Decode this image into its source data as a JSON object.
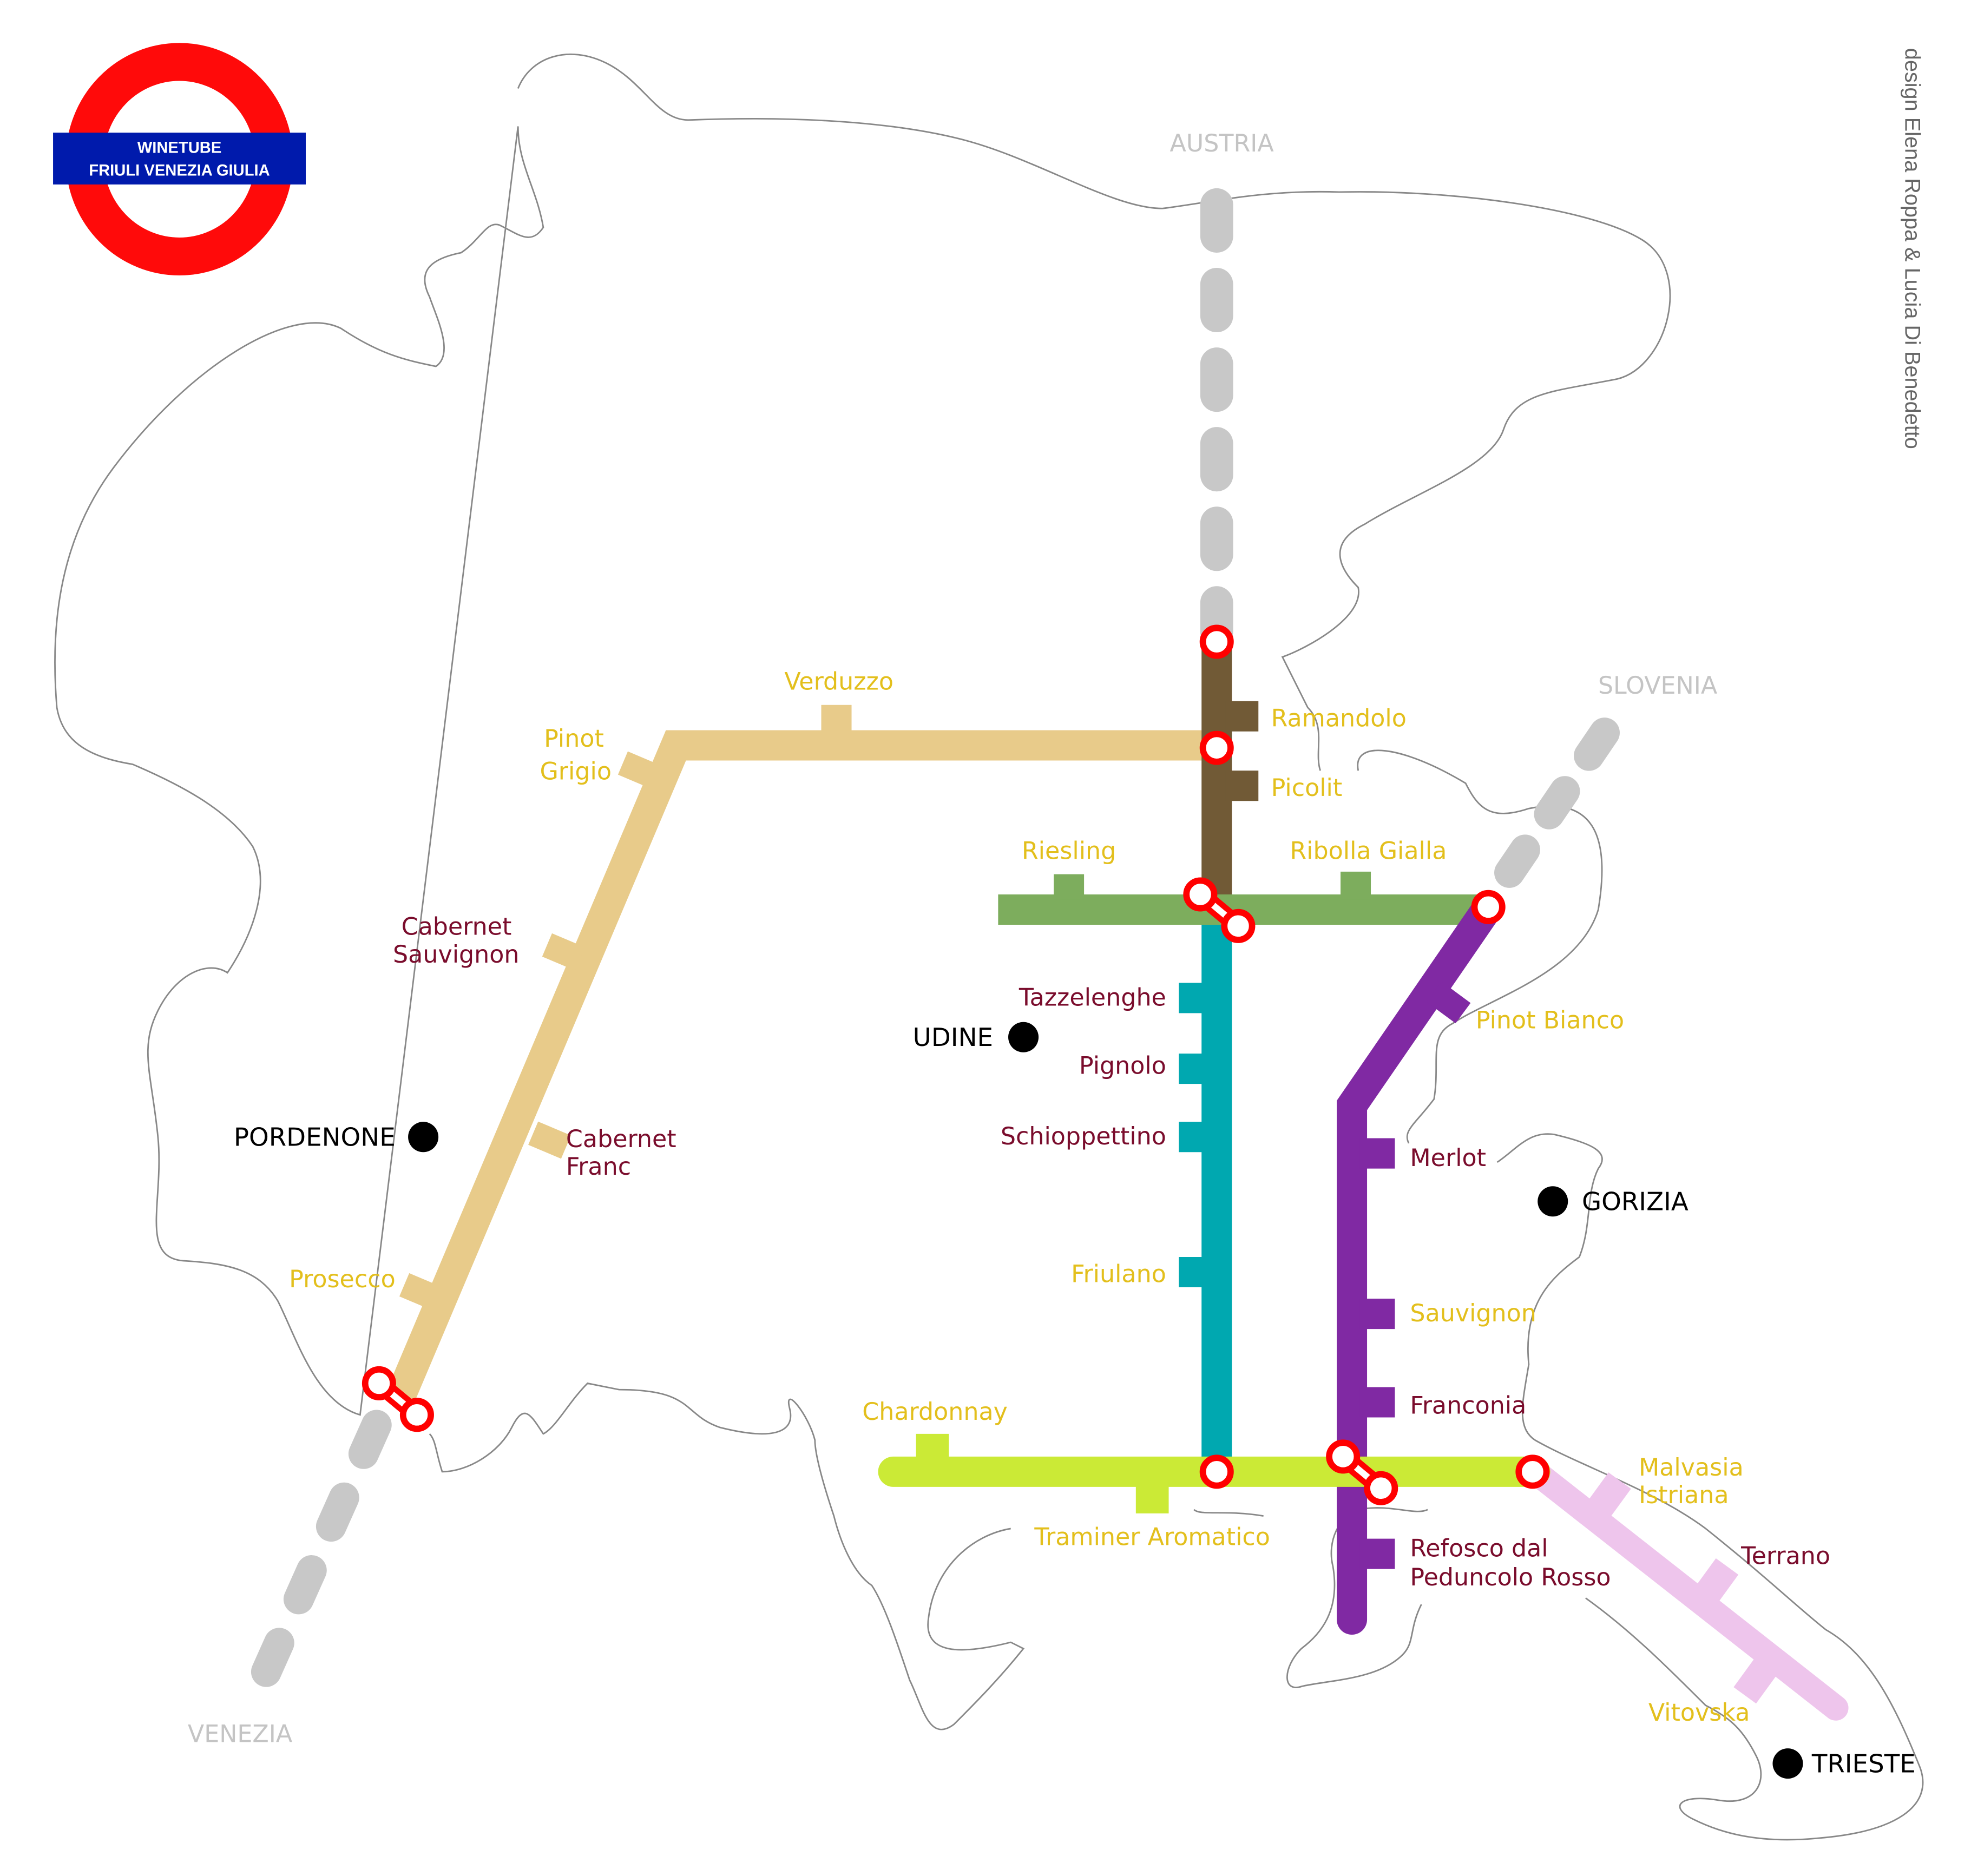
{
  "logo": {
    "line1": "WINETUBE",
    "line2": "FRIULI VENEZIA GIULIA"
  },
  "credit": "design Elena Roppa & Lucia Di Benedetto",
  "borders": {
    "austria": "AUSTRIA",
    "slovenia": "SLOVENIA",
    "venezia": "VENEZIA"
  },
  "cities": {
    "udine": "UDINE",
    "pordenone": "PORDENONE",
    "gorizia": "GORIZIA",
    "trieste": "TRIESTE"
  },
  "colors": {
    "red_wine": "#7A0C2C",
    "white_wine": "#E3BF1C",
    "brown_line": "#715A36",
    "green_line": "#7DAD5D",
    "teal_line": "#00A8B0",
    "tan_line": "#E8CB8A",
    "purple_line": "#8029A3",
    "lime_line": "#CBEA36",
    "pink_line": "#EEC5EC",
    "border_line": "#C8C8C8",
    "station": "#FF0000"
  },
  "stations": {
    "ramandolo": "Ramandolo",
    "picolit": "Picolit",
    "riesling": "Riesling",
    "ribolla_gialla": "Ribolla Gialla",
    "tazzelenghe": "Tazzelenghe",
    "pignolo": "Pignolo",
    "schioppettino": "Schioppettino",
    "friulano": "Friulano",
    "verduzzo": "Verduzzo",
    "pinot_grigio_1": "Pinot",
    "pinot_grigio_2": "Grigio",
    "cabernet_sauvignon_1": "Cabernet",
    "cabernet_sauvignon_2": "Sauvignon",
    "cabernet_franc_1": "Cabernet",
    "cabernet_franc_2": "Franc",
    "prosecco": "Prosecco",
    "pinot_bianco": "Pinot Bianco",
    "merlot": "Merlot",
    "sauvignon": "Sauvignon",
    "franconia": "Franconia",
    "refosco_1": "Refosco dal",
    "refosco_2": "Peduncolo Rosso",
    "chardonnay": "Chardonnay",
    "traminer": "Traminer Aromatico",
    "malvasia_1": "Malvasia",
    "malvasia_2": "Istriana",
    "terrano": "Terrano",
    "vitovska": "Vitovska"
  }
}
